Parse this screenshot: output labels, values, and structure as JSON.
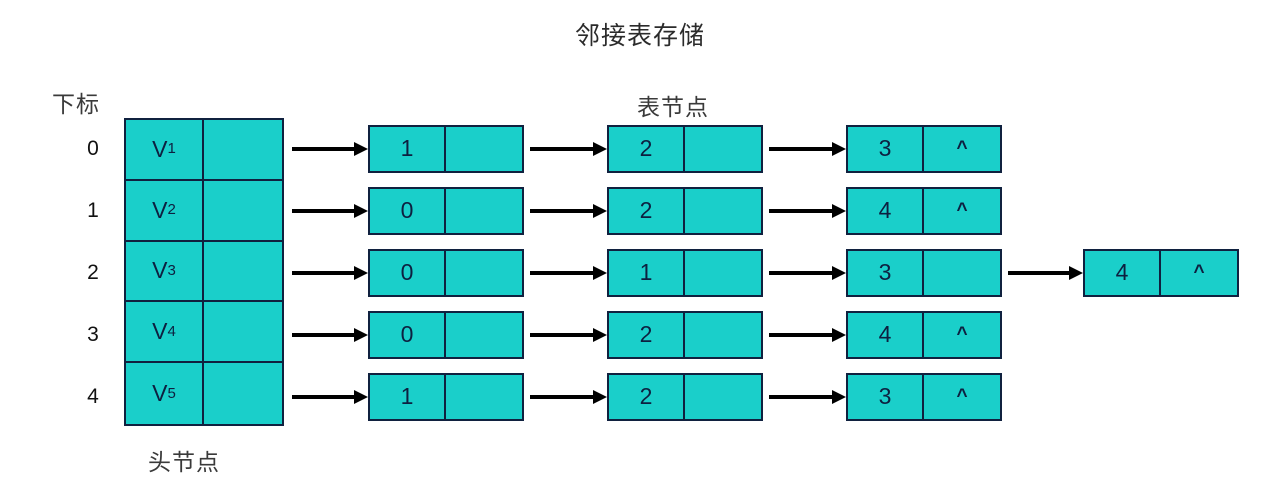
{
  "title": "邻接表存储",
  "captions": {
    "index": "下标",
    "list_node": "表节点",
    "head_node": "头节点"
  },
  "colors": {
    "node_fill": "#1acfca",
    "node_border": "#10213f",
    "text": "#0d2040",
    "arrow": "#000000",
    "background": "#ffffff"
  },
  "null_symbol": "^",
  "head_table": {
    "rows": [
      {
        "index": "0",
        "vertex": "V",
        "subscript": "1"
      },
      {
        "index": "1",
        "vertex": "V",
        "subscript": "2"
      },
      {
        "index": "2",
        "vertex": "V",
        "subscript": "3"
      },
      {
        "index": "3",
        "vertex": "V",
        "subscript": "4"
      },
      {
        "index": "4",
        "vertex": "V",
        "subscript": "5"
      }
    ]
  },
  "adjacency_lists": [
    {
      "head": "V1",
      "nodes": [
        "1",
        "2",
        "3"
      ]
    },
    {
      "head": "V2",
      "nodes": [
        "0",
        "2",
        "4"
      ]
    },
    {
      "head": "V3",
      "nodes": [
        "0",
        "1",
        "3",
        "4"
      ]
    },
    {
      "head": "V4",
      "nodes": [
        "0",
        "2",
        "4"
      ]
    },
    {
      "head": "V5",
      "nodes": [
        "1",
        "2",
        "3"
      ]
    }
  ]
}
